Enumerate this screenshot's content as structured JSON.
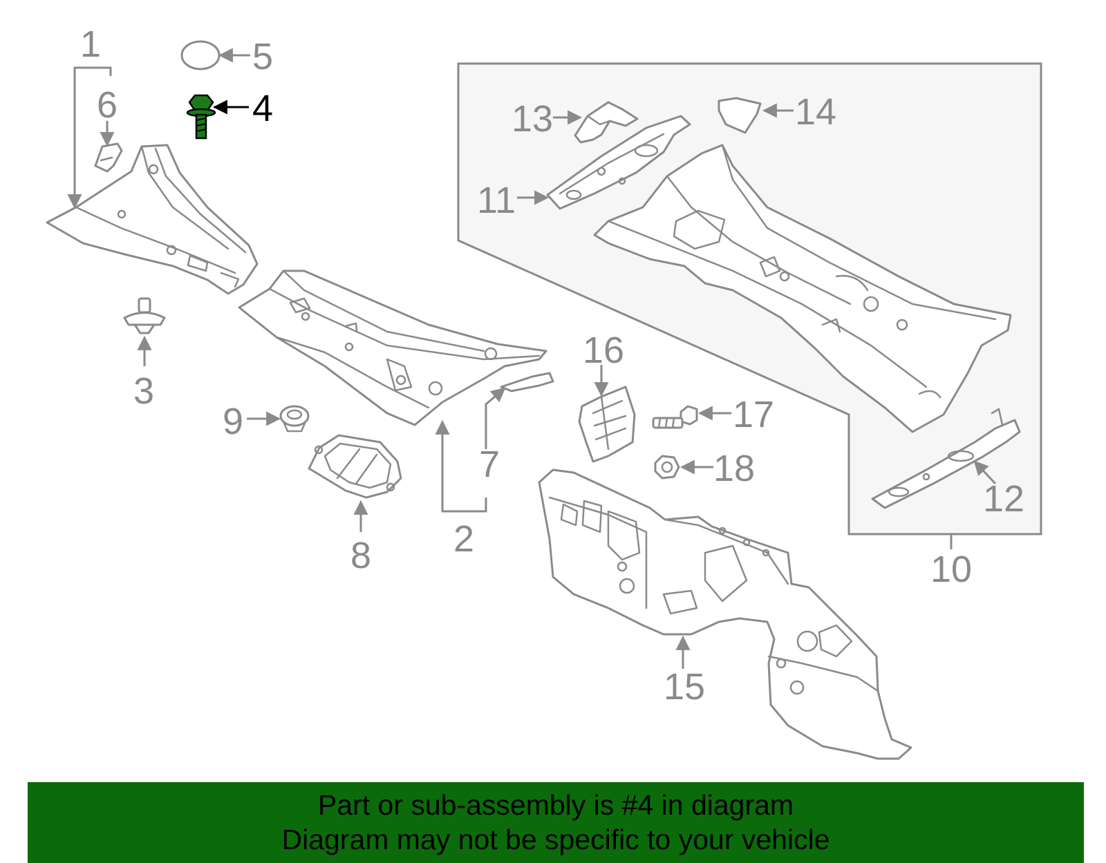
{
  "diagram": {
    "labels": [
      "1",
      "2",
      "3",
      "4",
      "5",
      "6",
      "7",
      "8",
      "9",
      "10",
      "11",
      "12",
      "13",
      "14",
      "15",
      "16",
      "17",
      "18"
    ],
    "highlighted_label": "4",
    "highlight_color": "#1a7a1a",
    "banner_color": "#0b6b0b"
  },
  "banner": {
    "line1": "Part or sub-assembly is #4 in diagram",
    "line2": "Diagram may not be specific to your vehicle"
  }
}
